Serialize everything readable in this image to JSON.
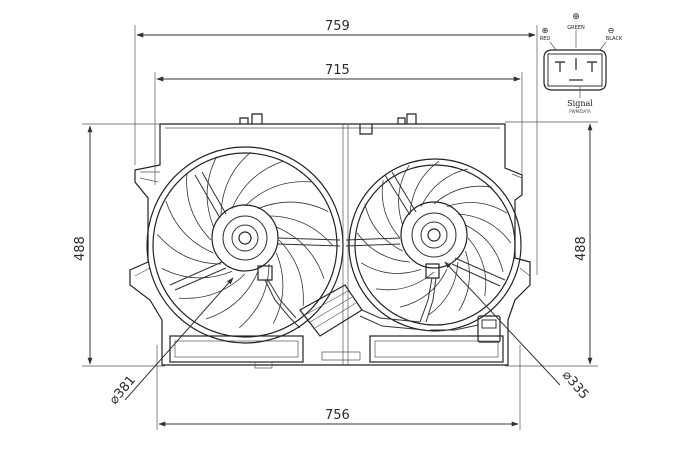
{
  "dimensions": {
    "top_width": "759",
    "inner_width": "715",
    "bottom_width": "756",
    "left_height": "488",
    "right_height": "488",
    "left_fan_diameter": "⌀381",
    "right_fan_diameter": "⌀335"
  },
  "connector": {
    "red_label": "RED",
    "green_label": "GREEN",
    "black_label": "BLACK",
    "signal_label": "Signal",
    "signal_sub": "PWM/DATA",
    "plus_symbol": "⊕",
    "minus_symbol": "⊖"
  }
}
